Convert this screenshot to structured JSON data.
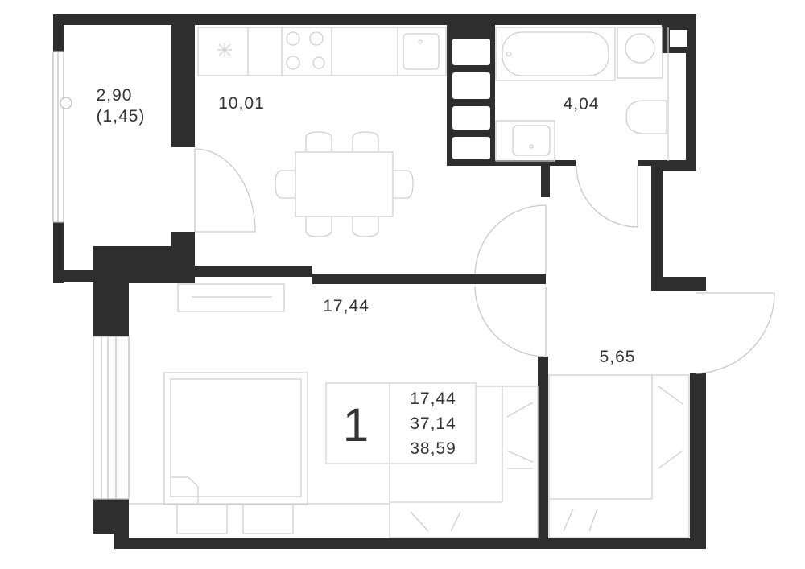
{
  "rooms": {
    "balcony_area": "2,90",
    "balcony_reduced": "(1,45)",
    "kitchen_area": "10,01",
    "bathroom_area": "4,04",
    "living_area_label": "17,44",
    "hall_area": "5,65"
  },
  "summary": {
    "rooms_count": "1",
    "living_area": "17,44",
    "total_area": "37,14",
    "total_with_balcony": "38,59"
  },
  "colors": {
    "wall": "#2e2e2e",
    "furniture": "#cfcfcf",
    "text": "#333333"
  }
}
